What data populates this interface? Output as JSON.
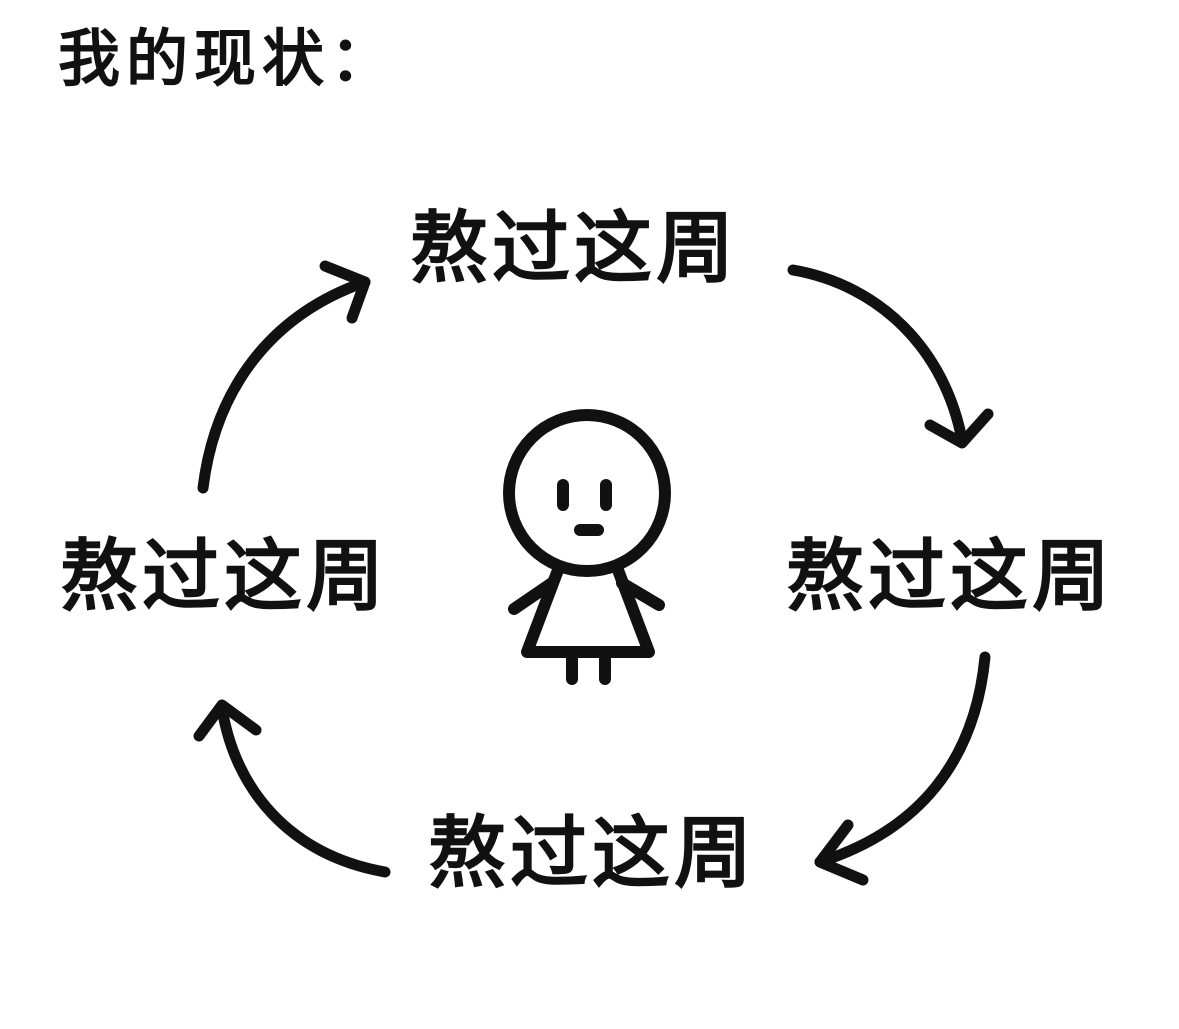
{
  "title": "我的现状：",
  "cycle": {
    "nodes": [
      {
        "label": "熬过这周"
      },
      {
        "label": "熬过这周"
      },
      {
        "label": "熬过这周"
      },
      {
        "label": "熬过这周"
      }
    ]
  },
  "figure": {
    "icon": "stick-person-icon"
  },
  "colors": {
    "ink": "#111111",
    "background": "#ffffff"
  }
}
